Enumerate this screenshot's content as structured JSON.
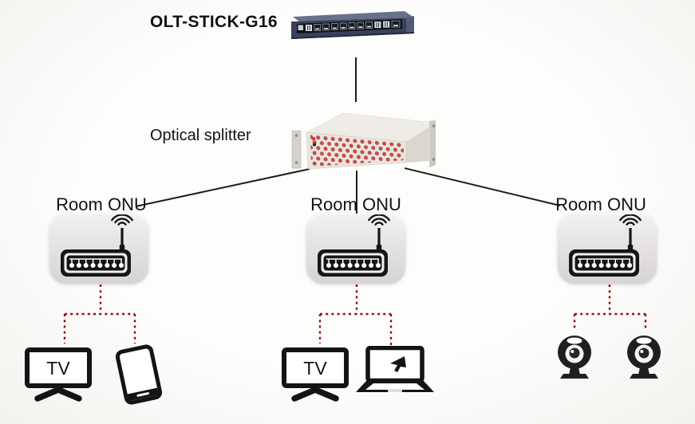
{
  "olt": {
    "label": "OLT-STICK-G16",
    "icon": "rackmount-olt-switch"
  },
  "splitter": {
    "label": "Optical splitter",
    "icon": "fiber-optic-splitter-panel"
  },
  "onus": [
    {
      "label": "Room ONU",
      "icon": "wifi-router",
      "clients": [
        "tv",
        "smartphone"
      ]
    },
    {
      "label": "Room ONU",
      "icon": "wifi-router",
      "clients": [
        "tv",
        "laptop"
      ]
    },
    {
      "label": "Room ONU",
      "icon": "wifi-router",
      "clients": [
        "webcam",
        "webcam"
      ]
    }
  ],
  "device_labels": {
    "tv": "TV"
  },
  "colors": {
    "background": "#fdfdfc",
    "solid_line": "#1c1c1c",
    "dotted_line": "#8e1111",
    "icon_black": "#161616",
    "onu_card_top": "#f2f0f1",
    "onu_card_bottom": "#d6d3d6",
    "splitter_body": "#e9e5dd",
    "splitter_port_red": "#d54848",
    "switch_body": "#39415a"
  }
}
